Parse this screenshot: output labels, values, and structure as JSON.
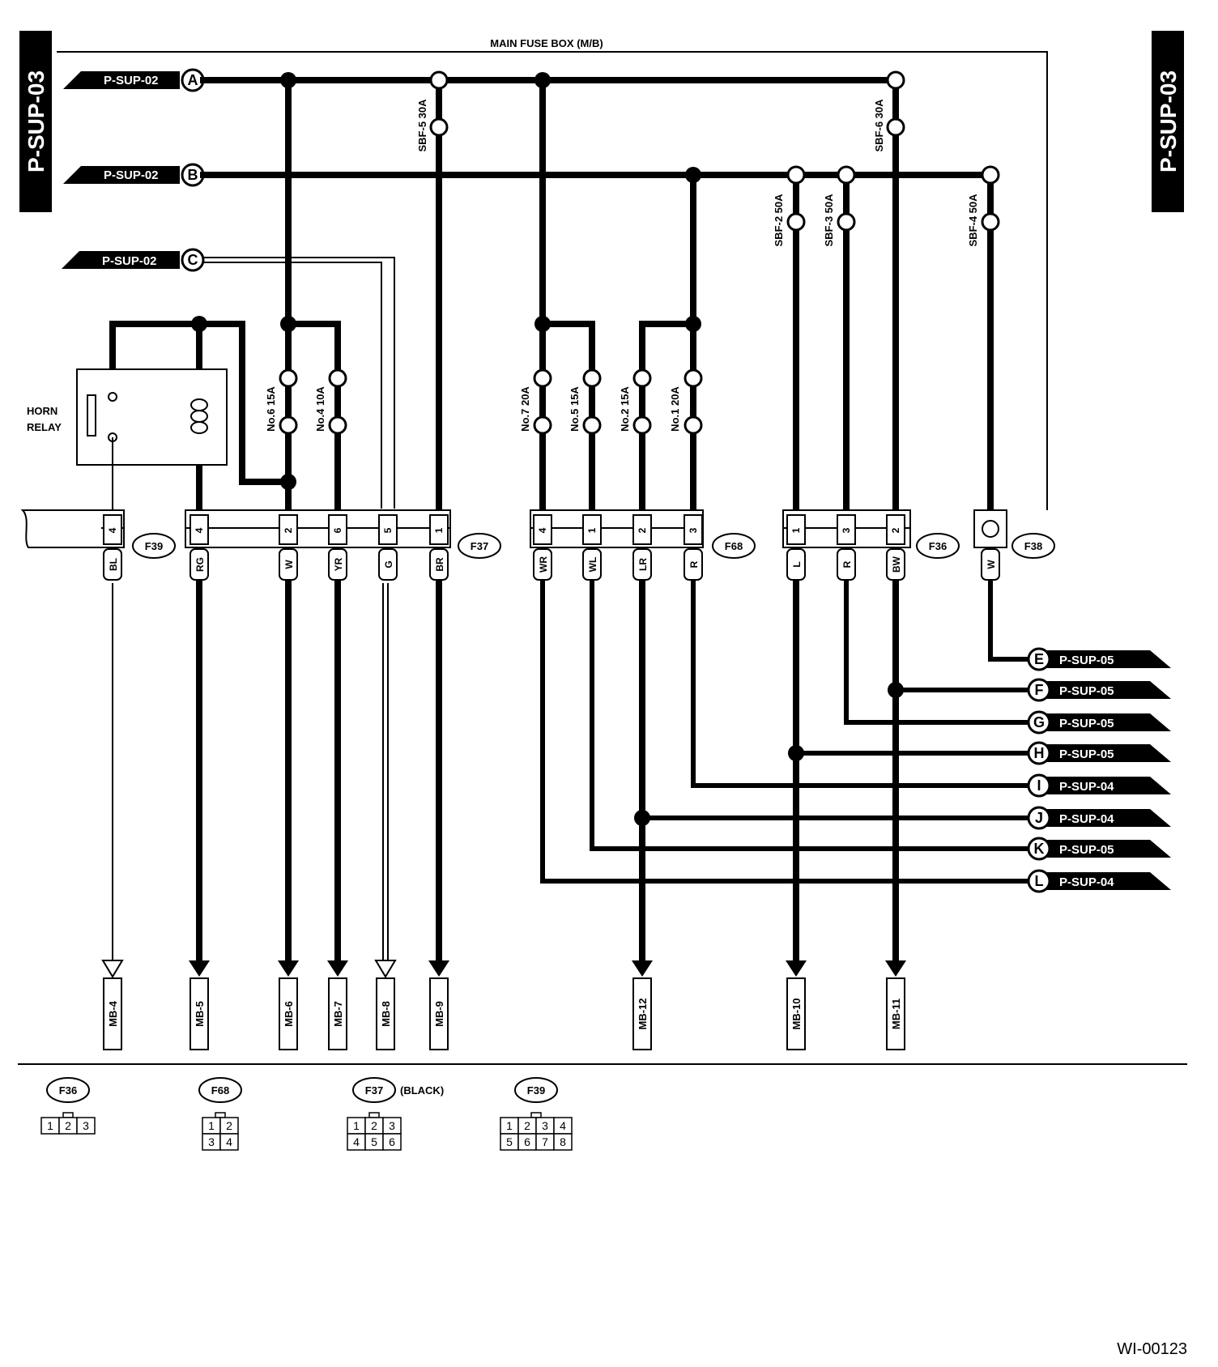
{
  "page": {
    "side_tag": "P-SUP-03",
    "title": "MAIN FUSE BOX (M/B)",
    "figure_id": "WI-00123"
  },
  "relay": {
    "line1": "HORN",
    "line2": "RELAY"
  },
  "inputs": [
    {
      "letter": "A",
      "label": "P-SUP-02"
    },
    {
      "letter": "B",
      "label": "P-SUP-02"
    },
    {
      "letter": "C",
      "label": "P-SUP-02"
    }
  ],
  "fuses": [
    {
      "label": "No.6 15A"
    },
    {
      "label": "No.4 10A"
    },
    {
      "label": "No.7 20A"
    },
    {
      "label": "No.5 15A"
    },
    {
      "label": "No.2 15A"
    },
    {
      "label": "No.1 20A"
    },
    {
      "label": "SBF-5 30A"
    },
    {
      "label": "SBF-6 30A"
    },
    {
      "label": "SBF-2 50A"
    },
    {
      "label": "SBF-3 50A"
    },
    {
      "label": "SBF-4 50A"
    }
  ],
  "connectors": [
    {
      "name": "F39",
      "pins": [
        {
          "num": "4",
          "color": "BL"
        }
      ]
    },
    {
      "name": "F37",
      "pins": [
        {
          "num": "4",
          "color": "RG"
        },
        {
          "num": "2",
          "color": "W"
        },
        {
          "num": "6",
          "color": "YR"
        },
        {
          "num": "5",
          "color": "G"
        },
        {
          "num": "1",
          "color": "BR"
        }
      ]
    },
    {
      "name": "F68",
      "pins": [
        {
          "num": "4",
          "color": "WR"
        },
        {
          "num": "1",
          "color": "WL"
        },
        {
          "num": "2",
          "color": "LR"
        },
        {
          "num": "3",
          "color": "R"
        }
      ]
    },
    {
      "name": "F36",
      "pins": [
        {
          "num": "1",
          "color": "L"
        },
        {
          "num": "3",
          "color": "R"
        },
        {
          "num": "2",
          "color": "BW"
        }
      ]
    },
    {
      "name": "F38",
      "pins": [
        {
          "num": "",
          "color": "W"
        }
      ]
    }
  ],
  "outputs": [
    {
      "letter": "E",
      "label": "P-SUP-05"
    },
    {
      "letter": "F",
      "label": "P-SUP-05"
    },
    {
      "letter": "G",
      "label": "P-SUP-05"
    },
    {
      "letter": "H",
      "label": "P-SUP-05"
    },
    {
      "letter": "I",
      "label": "P-SUP-04"
    },
    {
      "letter": "J",
      "label": "P-SUP-04"
    },
    {
      "letter": "K",
      "label": "P-SUP-05"
    },
    {
      "letter": "L",
      "label": "P-SUP-04"
    }
  ],
  "destinations": [
    "MB-4",
    "MB-5",
    "MB-6",
    "MB-7",
    "MB-8",
    "MB-9",
    "MB-12",
    "MB-10",
    "MB-11"
  ],
  "legend": [
    {
      "name": "F36",
      "note": "",
      "rows": [
        [
          "1",
          "2",
          "3"
        ]
      ]
    },
    {
      "name": "F68",
      "note": "",
      "rows": [
        [
          "1",
          "2"
        ],
        [
          "3",
          "4"
        ]
      ]
    },
    {
      "name": "F37",
      "note": "(BLACK)",
      "rows": [
        [
          "1",
          "2",
          "3"
        ],
        [
          "4",
          "5",
          "6"
        ]
      ]
    },
    {
      "name": "F39",
      "note": "",
      "rows": [
        [
          "1",
          "2",
          "3",
          "4"
        ],
        [
          "5",
          "6",
          "7",
          "8"
        ]
      ]
    }
  ]
}
